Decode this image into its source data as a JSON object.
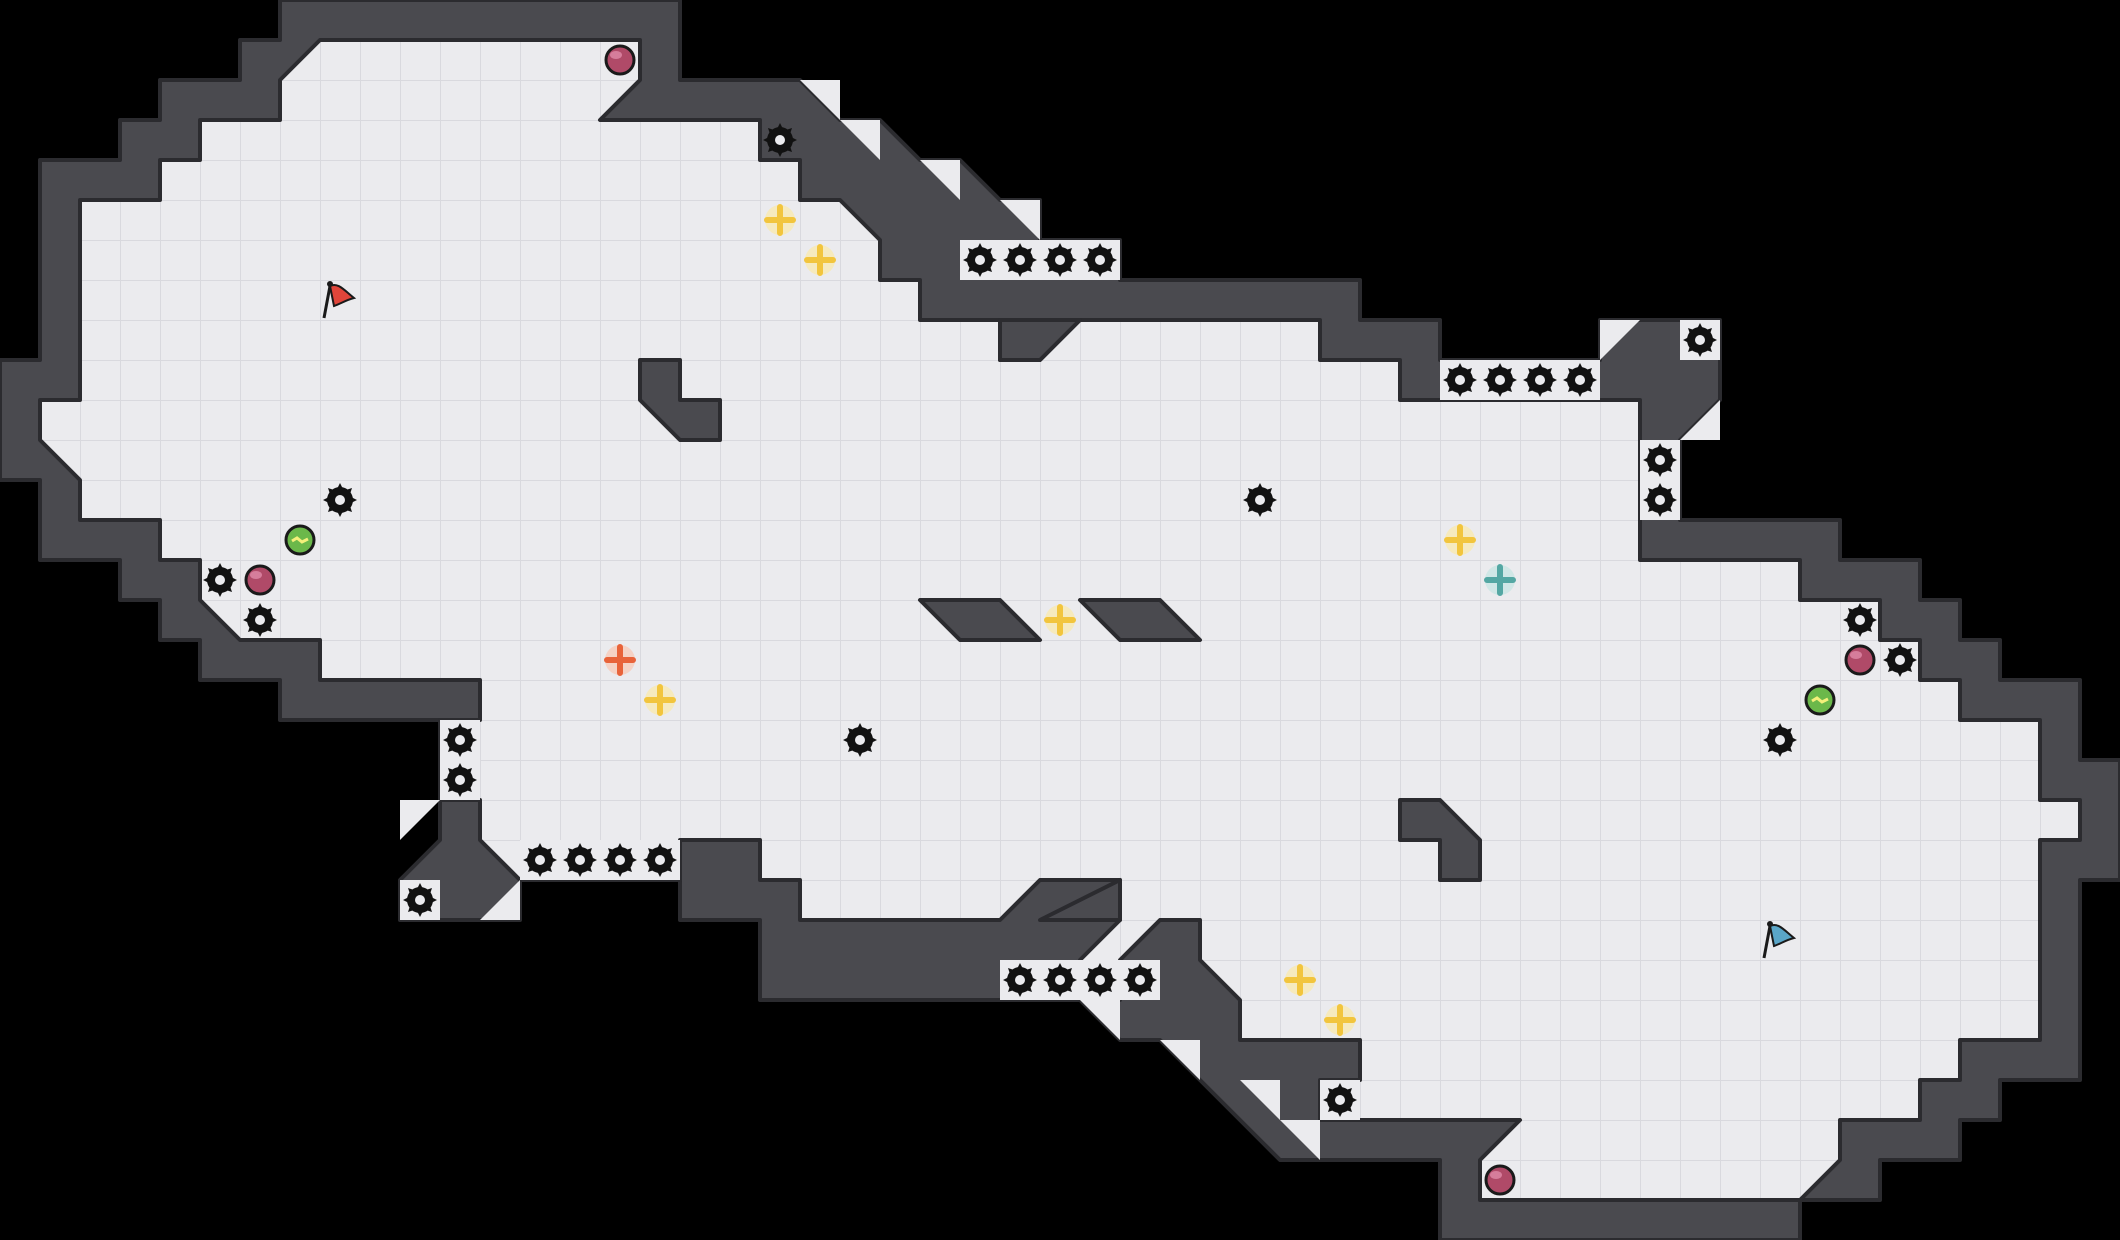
{
  "level": {
    "theme": "top-down tile arena",
    "colors": {
      "background": "#000000",
      "floor": "#ebebee",
      "grid_line": "#d9d9de",
      "wall": "#4a4a4f",
      "wall_edge": "#2b2b2f",
      "spike": "#111111",
      "bomb": "#b04a68",
      "shield_orb": "#6bb84a",
      "red_flag": "#e0453a",
      "blue_flag": "#5aa6c8",
      "boost_yellow": "#f2c53d",
      "boost_red": "#e8633a",
      "boost_teal": "#54a7a3"
    }
  },
  "entities": {
    "flags": [
      {
        "team": "red",
        "icon": "red-flag-icon"
      },
      {
        "team": "blue",
        "icon": "blue-flag-icon"
      }
    ],
    "boosts": [
      {
        "color": "yellow",
        "icon": "yellow-boost-icon"
      },
      {
        "color": "red",
        "icon": "red-boost-icon"
      },
      {
        "color": "teal",
        "icon": "teal-boost-icon"
      }
    ],
    "items": [
      {
        "kind": "bomb",
        "icon": "bomb-icon"
      },
      {
        "kind": "shield-orb",
        "icon": "shield-orb-icon"
      },
      {
        "kind": "spike",
        "icon": "spike-icon"
      }
    ]
  }
}
